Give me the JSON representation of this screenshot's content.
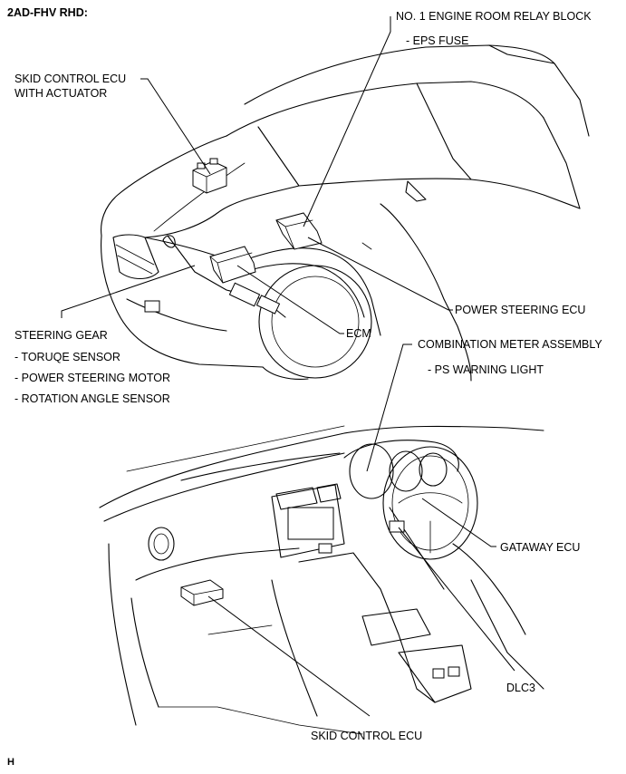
{
  "header": {
    "title": "2AD-FHV RHD:"
  },
  "labels": {
    "relay_block": "NO. 1 ENGINE ROOM RELAY BLOCK",
    "eps_fuse": "- EPS FUSE",
    "skid_actuator_1": "SKID CONTROL ECU",
    "skid_actuator_2": "WITH ACTUATOR",
    "power_steering_ecu": "POWER STEERING ECU",
    "steering_gear": "STEERING GEAR",
    "torque_sensor": "- TORUQE SENSOR",
    "ps_motor": "- POWER STEERING MOTOR",
    "rotation_sensor": "- ROTATION ANGLE SENSOR",
    "ecm": "ECM",
    "combination_meter": "COMBINATION METER ASSEMBLY",
    "ps_warning": "- PS WARNING LIGHT",
    "gateway_ecu": "GATAWAY ECU",
    "dlc3": "DLC3",
    "skid_control_ecu": "SKID CONTROL ECU"
  },
  "footer": {
    "code": "H"
  }
}
